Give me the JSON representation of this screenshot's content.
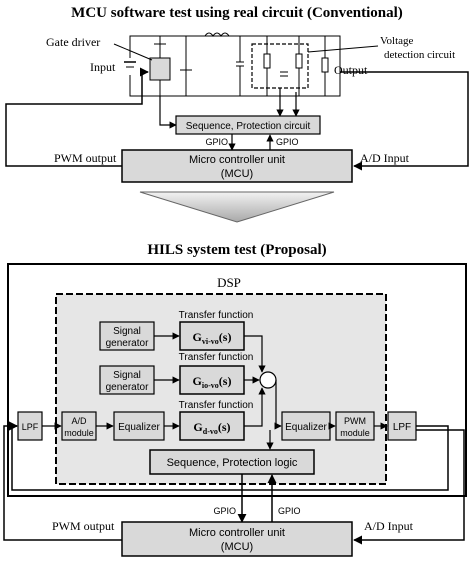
{
  "top": {
    "title": "MCU software test using real circuit (Conventional)",
    "gate_driver": "Gate driver",
    "input": "Input",
    "voltage_detection_1": "Voltage",
    "voltage_detection_2": "detection circuit",
    "output": "Output",
    "sequence_box": "Sequence, Protection circuit",
    "gpio_left": "GPIO",
    "gpio_right": "GPIO",
    "pwm_output": "PWM output",
    "ad_input": "A/D Input",
    "mcu_line1": "Micro controller unit",
    "mcu_line2": "(MCU)"
  },
  "bottom": {
    "title": "HILS system test (Proposal)",
    "dsp": "DSP",
    "tf1": "Transfer function",
    "tf2": "Transfer function",
    "tf3": "Transfer function",
    "sig1_l1": "Signal",
    "sig1_l2": "generator",
    "sig2_l1": "Signal",
    "sig2_l2": "generator",
    "g1_main": "G",
    "g1_sub": "vi-vo",
    "g1_tail": "(s)",
    "g2_main": "G",
    "g2_sub": "io-vo",
    "g2_tail": "(s)",
    "g3_main": "G",
    "g3_sub": "d-vo",
    "g3_tail": "(s)",
    "lpf_left": "LPF",
    "lpf_right": "LPF",
    "ad1": "A/D",
    "ad2": "module",
    "equalizer_left": "Equalizer",
    "equalizer_right": "Equalizer",
    "pwm1": "PWM",
    "pwm2": "module",
    "sequence_logic": "Sequence, Protection logic",
    "gpio_left": "GPIO",
    "gpio_right": "GPIO",
    "pwm_output": "PWM output",
    "ad_input": "A/D Input",
    "mcu_line1": "Micro controller unit",
    "mcu_line2": "(MCU)"
  }
}
